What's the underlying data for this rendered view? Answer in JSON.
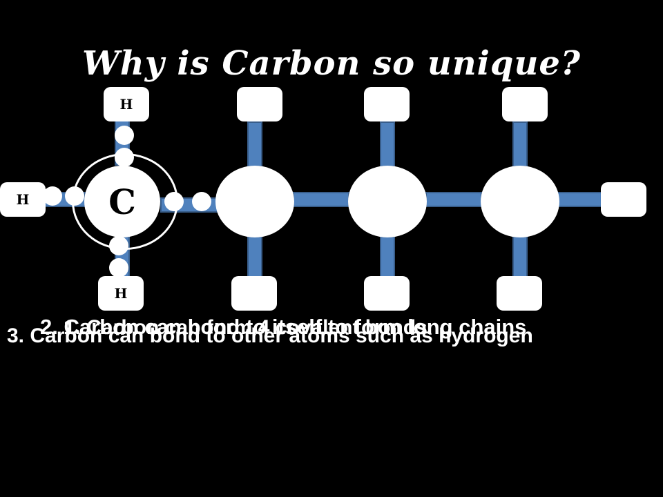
{
  "title": "Why is Carbon so unique?",
  "central_atom": {
    "symbol": "C"
  },
  "hydrogens": {
    "top": "H",
    "left": "H",
    "bottom": "H"
  },
  "captions": {
    "c1": "1. Carbon can form 4 covalent bonds",
    "c2": "2. Carbon can bond to itself to form long chains",
    "c3": "3. Carbon can bond to other atoms such as hydrogen"
  },
  "colors": {
    "background": "#000000",
    "bond": "#4f81bd",
    "atom": "#ffffff"
  }
}
